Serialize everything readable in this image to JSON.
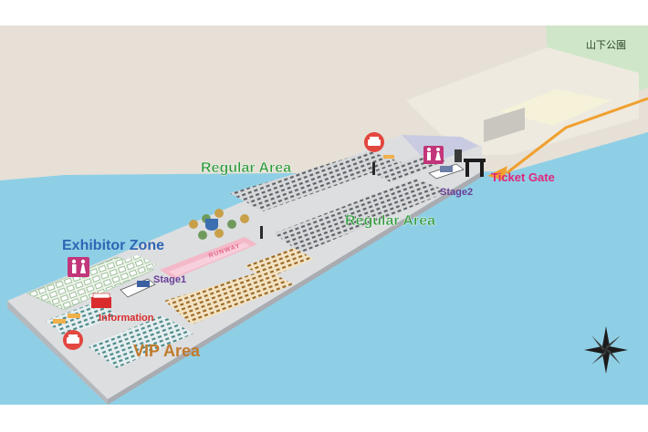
{
  "map": {
    "labels": {
      "regular_area_north": "Regular Area",
      "regular_area_south": "Regular Area",
      "exhibitor_zone": "Exhibitor Zone",
      "vip_area": "VIP Area",
      "ticket_gate": "Ticket Gate",
      "stage1": "Stage1",
      "stage2": "Stage2",
      "information": "Information",
      "park_name": "山下公園",
      "runway": "RUNWAY"
    },
    "icons": [
      "restroom-icon",
      "food-icon",
      "compass-icon",
      "entry-arrow-icon"
    ],
    "colors": {
      "sea": "#8fcfe6",
      "land": "#e6e0d6",
      "pier": "#dcdee0",
      "park": "#cfe6c8",
      "regular_label": "#2e9a3c",
      "exhibitor_label": "#2f66b3",
      "vip_label": "#c07a2c",
      "ticket_gate_label": "#e0267c",
      "stage_label": "#6a3f98",
      "information_label": "#d92b2b",
      "entry_arrow": "#f0a030"
    }
  }
}
